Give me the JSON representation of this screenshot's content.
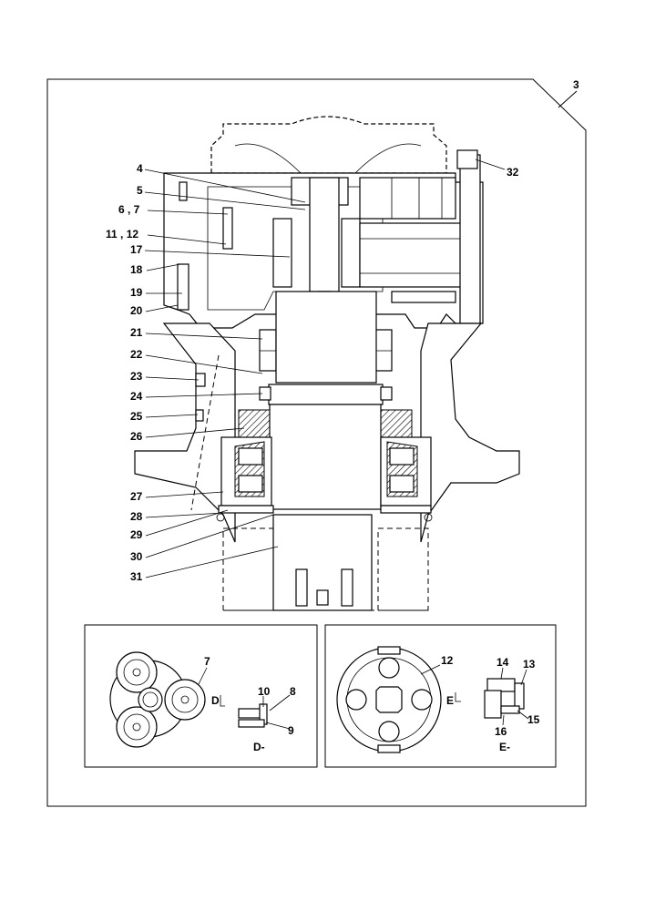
{
  "assembly_ref": "3",
  "callouts": [
    "4",
    "5",
    "6 , 7",
    "11 , 12",
    "17",
    "18",
    "19",
    "20",
    "21",
    "22",
    "23",
    "24",
    "25",
    "26",
    "27",
    "28",
    "29",
    "30",
    "31",
    "32"
  ],
  "detail_d": {
    "section_mark": "D",
    "title": "D-",
    "callouts": [
      "7",
      "8",
      "9",
      "10"
    ]
  },
  "detail_e": {
    "section_mark": "E",
    "title": "E-",
    "callouts": [
      "12",
      "13",
      "14",
      "15",
      "16"
    ]
  }
}
